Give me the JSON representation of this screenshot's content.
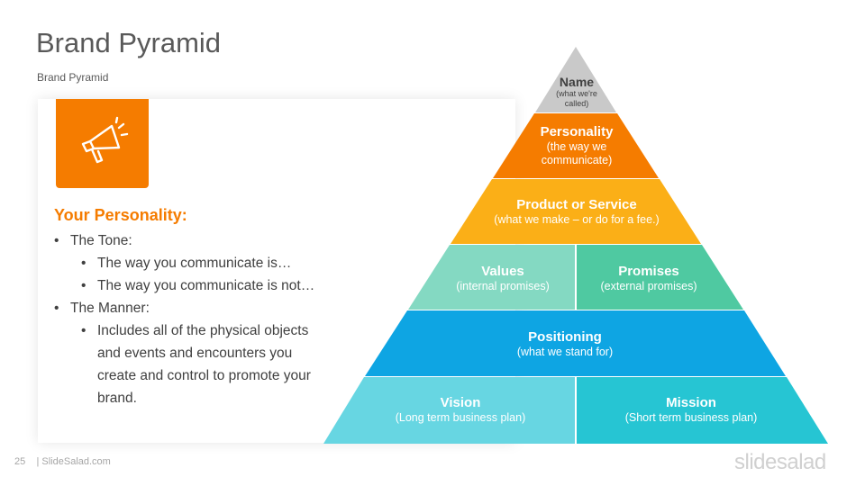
{
  "header": {
    "title": "Brand Pyramid",
    "subtitle": "Brand  Pyramid"
  },
  "panel": {
    "icon": "megaphone-icon",
    "heading": "Your Personality:",
    "bullets": [
      {
        "level": 1,
        "text": "The Tone:"
      },
      {
        "level": 2,
        "text": "The way you communicate is…"
      },
      {
        "level": 2,
        "text": "The way you communicate is not…"
      },
      {
        "level": 1,
        "text": "The Manner:"
      },
      {
        "level": 2,
        "text": "Includes all of the physical objects and events and encounters you create and control to promote your brand."
      }
    ]
  },
  "pyramid": {
    "name": {
      "title": "Name",
      "sub": "(what we're called)"
    },
    "personality": {
      "title": "Personality",
      "sub": "(the way we communicate)"
    },
    "product": {
      "title": "Product or Service",
      "sub": "(what we make – or do for a fee.)"
    },
    "values": {
      "title": "Values",
      "sub": "(internal promises)"
    },
    "promises": {
      "title": "Promises",
      "sub": "(external promises)"
    },
    "positioning": {
      "title": "Positioning",
      "sub": "(what we stand for)"
    },
    "vision": {
      "title": "Vision",
      "sub": "(Long term business plan)"
    },
    "mission": {
      "title": "Mission",
      "sub": "(Short term business plan)"
    }
  },
  "colors": {
    "accent": "#F57C00",
    "name": "#C9C9C9",
    "personality": "#F57C00",
    "product": "#FBAF17",
    "values": "#84D9C2",
    "promises": "#4FC9A1",
    "positioning": "#0EA5E3",
    "vision": "#67D6E2",
    "mission": "#26C5D3"
  },
  "footer": {
    "page_number": "25",
    "site": "| SlideSalad.com",
    "brand": "slidesalad"
  }
}
